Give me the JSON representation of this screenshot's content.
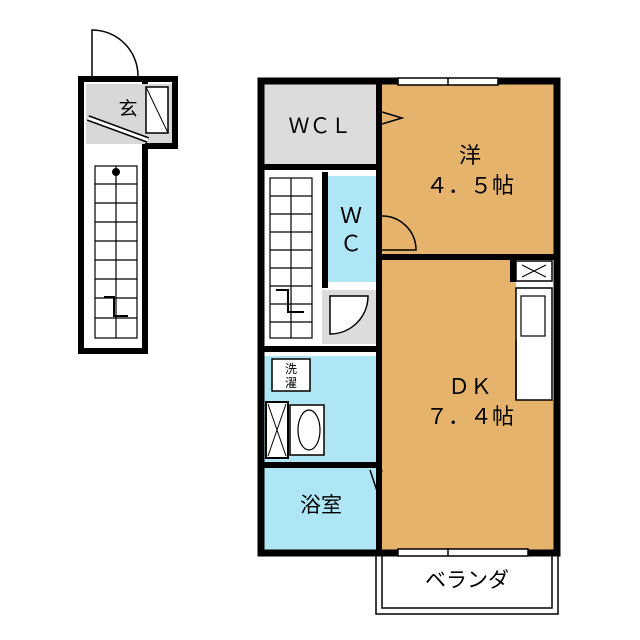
{
  "floor_plan": {
    "rooms": {
      "entrance": "玄",
      "walk_in_closet": "ＷＣＬ",
      "western_room_name": "洋",
      "western_room_size": "４．５帖",
      "toilet_w": "Ｗ",
      "toilet_c": "Ｃ",
      "laundry_top": "洗",
      "laundry_bottom": "濯",
      "dining_kitchen_name": "ＤＫ",
      "dining_kitchen_size": "７．４帖",
      "bathroom": "浴室",
      "balcony": "ベランダ"
    },
    "colors": {
      "wall": "#000000",
      "wood_floor": "#e6b36c",
      "wet_area": "#aee6f5",
      "storage_grey": "#dcdcdc",
      "stair_floor": "#ffffff"
    }
  }
}
